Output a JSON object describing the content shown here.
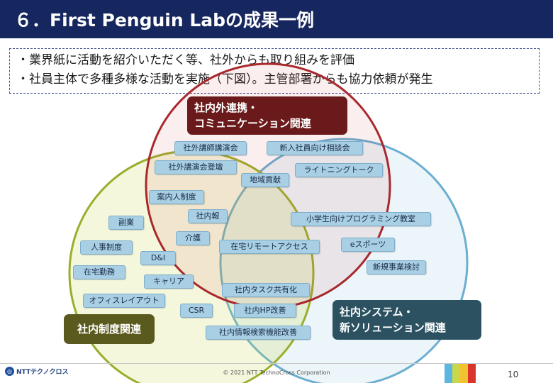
{
  "title": "６．First Penguin Labの成果一例",
  "bullets": [
    "・業界紙に活動を紹介いただく等、社外からも取り組みを評価",
    "・社員主体で多種多様な活動を実施（下図）。主管部署からも協力依頼が発生"
  ],
  "groups": {
    "external": "社内外連携・\nコミュニケーション関連",
    "hr": "社内制度関連",
    "system": "社内システム・\n新ソリューション関連"
  },
  "activities": {
    "a01": "社外講師講演会",
    "a02": "新入社員向け相談会",
    "a03": "社外講演会登壇",
    "a04": "ライトニングトーク",
    "a05": "地域貢献",
    "a06": "案内人制度",
    "a07": "社内報",
    "a08": "小学生向けプログラミング教室",
    "a09": "副業",
    "a10": "介護",
    "a11": "人事制度",
    "a12": "在宅リモートアクセス",
    "a13": "eスポーツ",
    "a14": "D&I",
    "a15": "新規事業検討",
    "a16": "在宅勤務",
    "a17": "キャリア",
    "a18": "社内タスク共有化",
    "a19": "オフィスレイアウト",
    "a20": "CSR",
    "a21": "社内HP改善",
    "a22": "社内情報検索機能改善"
  },
  "footer": {
    "logo": "NTTテクノクロス",
    "copyright": "© 2021 NTT TechnoCross Corporation",
    "page": "10"
  },
  "colors": {
    "title_bar": "#16265e",
    "circle_external": "#a8282c",
    "circle_hr": "#9aae2c",
    "circle_system": "#6aaed0",
    "label_external": "#6a1a1a",
    "label_hr": "#5a5a1e",
    "label_system": "#2c5262",
    "tag_fill": "#a8cfe4",
    "footer_bars": [
      "#5bb7e0",
      "#c8d84a",
      "#f2c230",
      "#d9352d"
    ]
  }
}
